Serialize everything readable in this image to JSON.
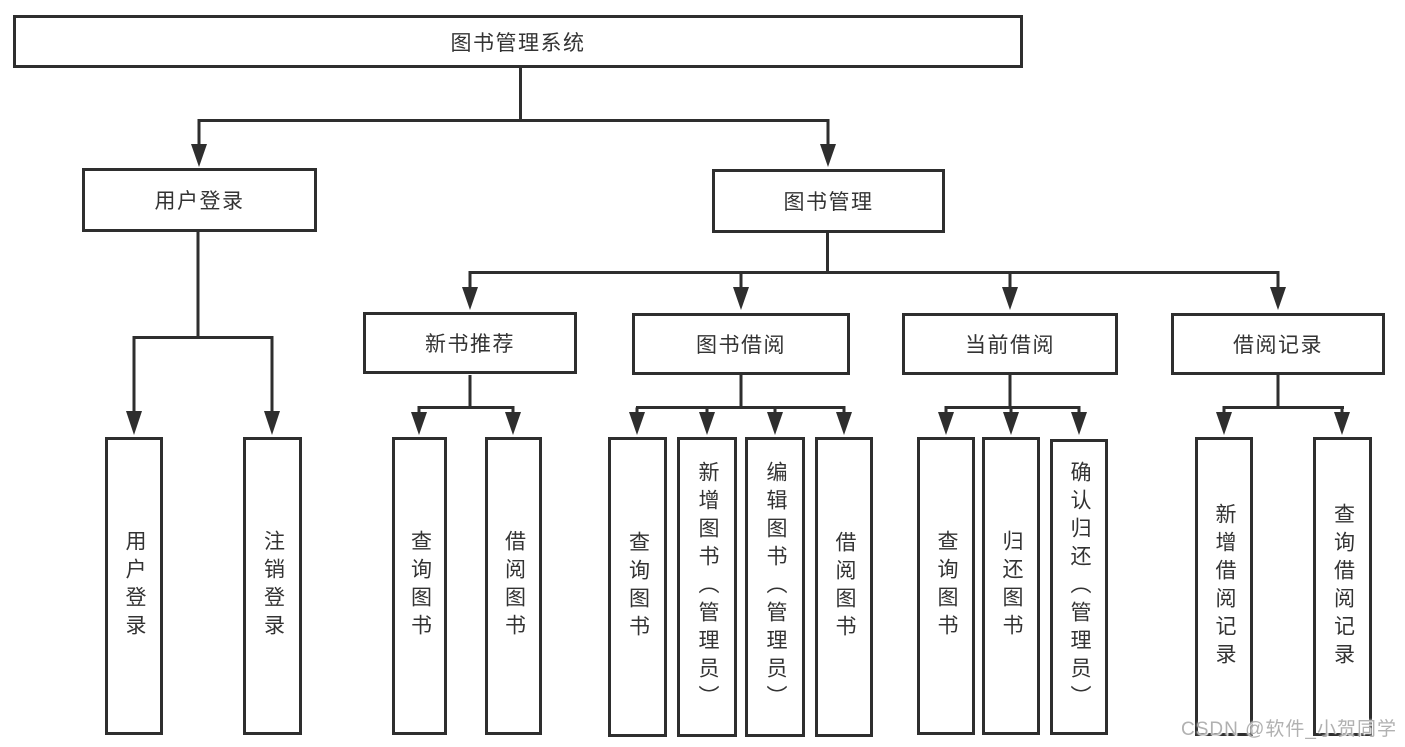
{
  "diagram": {
    "root": {
      "label": "图书管理系统"
    },
    "branches": [
      {
        "label": "用户登录",
        "children": [
          {
            "label": "用户登录"
          },
          {
            "label": "注销登录"
          }
        ]
      },
      {
        "label": "图书管理",
        "children": [
          {
            "label": "新书推荐",
            "children": [
              {
                "label": "查询图书"
              },
              {
                "label": "借阅图书"
              }
            ]
          },
          {
            "label": "图书借阅",
            "children": [
              {
                "label": "查询图书"
              },
              {
                "label": "新增图书（管理员）"
              },
              {
                "label": "编辑图书（管理员）"
              },
              {
                "label": "借阅图书"
              }
            ]
          },
          {
            "label": "当前借阅",
            "children": [
              {
                "label": "查询图书"
              },
              {
                "label": "归还图书"
              },
              {
                "label": "确认归还（管理员）"
              }
            ]
          },
          {
            "label": "借阅记录",
            "children": [
              {
                "label": "新增借阅记录"
              },
              {
                "label": "查询借阅记录"
              }
            ]
          }
        ]
      }
    ]
  },
  "watermark": {
    "text": "CSDN @软件_小贺同学"
  },
  "colors": {
    "line": "#2e2e2e",
    "background": "#ffffff",
    "text": "#333333",
    "watermark": "#b1b1b1"
  }
}
